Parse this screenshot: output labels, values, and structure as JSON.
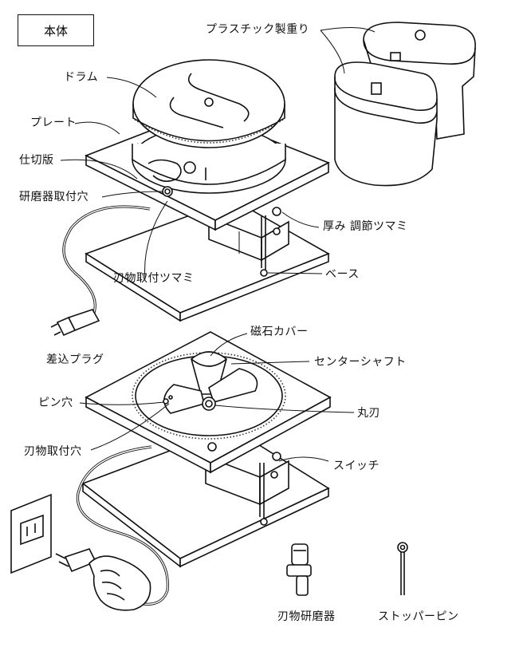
{
  "title": "本体",
  "labels": {
    "plastic_weight": "プラスチック製重り",
    "drum": "ドラム",
    "plate": "プレート",
    "partition": "仕切版",
    "sharpener_hole": "研磨器取付穴",
    "thickness_knob": "厚み 調節ツマミ",
    "base": "ベース",
    "blade_knob": "刃物取付ツマミ",
    "plug": "差込プラグ",
    "magnet_cover": "磁石カバー",
    "center_shaft": "センターシャフト",
    "pin_hole": "ピン穴",
    "round_blade": "丸刃",
    "blade_hole": "刃物取付穴",
    "switch": "スイッチ",
    "blade_sharpener": "刃物研磨器",
    "stopper_pin": "ストッパーピン"
  }
}
